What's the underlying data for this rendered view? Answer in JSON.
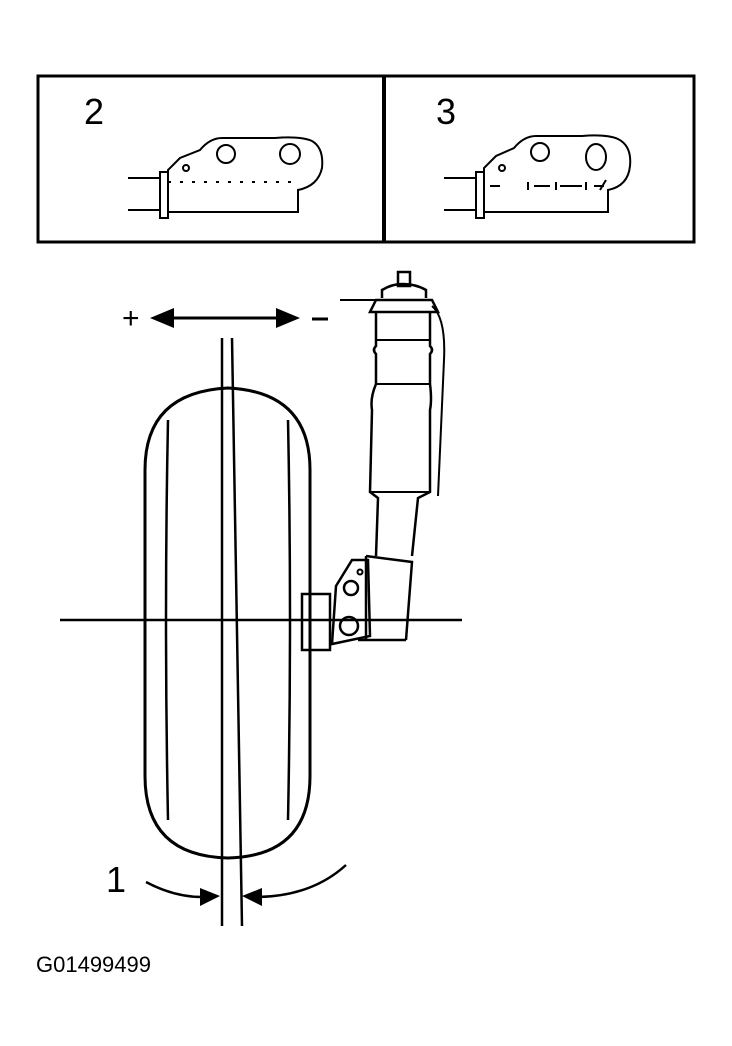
{
  "figure": {
    "insets": [
      {
        "label": "2"
      },
      {
        "label": "3"
      }
    ],
    "callouts": {
      "camber": "1",
      "plus": "+",
      "minus": "-"
    },
    "figure_id": "G01499499"
  }
}
